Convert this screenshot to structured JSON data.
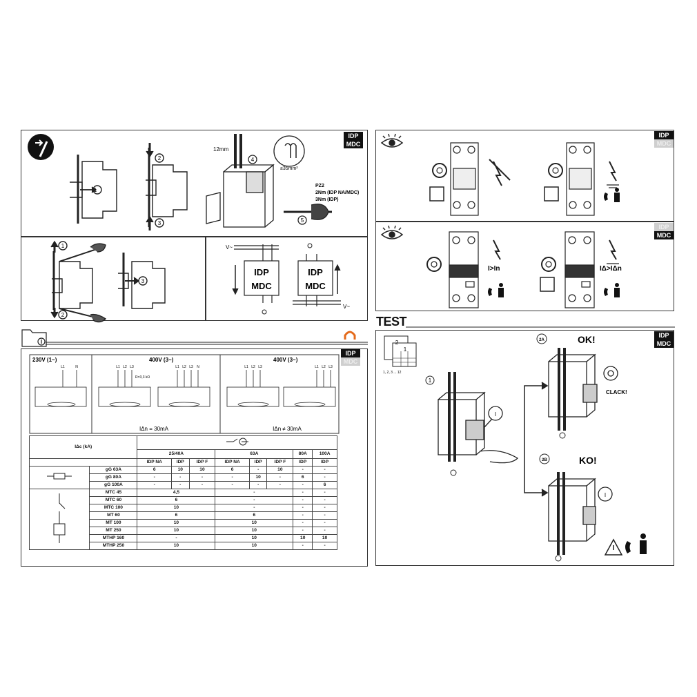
{
  "badges": {
    "idp": "IDP",
    "mdc": "MDC"
  },
  "install": {
    "strip_length": "12mm",
    "cable_section": "≤35mm²",
    "tool": "PZ2",
    "torque_1": "2Nm (IDP NA/MDC)",
    "torque_2": "3Nm (IDP)",
    "steps": [
      "1",
      "2",
      "3",
      "4",
      "5"
    ]
  },
  "supply": {
    "v_label": "V~",
    "device_1": "IDP",
    "device_2": "MDC"
  },
  "status": {
    "i_gt_in": "I>In",
    "idelta_gt": "IΔ>IΔn"
  },
  "diagrams": {
    "v230": "230V (1~)",
    "v400": "400V (3~)",
    "resistor": "R=3,3 kΩ",
    "idelta_eq": "IΔn = 30mA",
    "idelta_neq": "IΔn ≠ 30mA",
    "l1": "L1",
    "l2": "L2",
    "l3": "L3",
    "n": "N"
  },
  "table": {
    "header": "IΔc (kA)",
    "groups": [
      "25/40A",
      "63A",
      "80A",
      "100A"
    ],
    "subheads": [
      "IDP NA",
      "IDP",
      "IDP F",
      "IDP NA",
      "IDP",
      "IDP F",
      "IDP",
      "IDP"
    ],
    "fuse_rows": [
      {
        "name": "gG 63A",
        "cells": [
          "6",
          "10",
          "10",
          "6",
          "-",
          "10",
          "-",
          "-"
        ]
      },
      {
        "name": "gG 80A",
        "cells": [
          "-",
          "-",
          "-",
          "-",
          "10",
          "-",
          "6",
          "-"
        ]
      },
      {
        "name": "gG 100A",
        "cells": [
          "-",
          "-",
          "-",
          "-",
          "-",
          "-",
          "-",
          "6"
        ]
      }
    ],
    "mcb_rows": [
      {
        "name": "MTC 45",
        "g1": "4,5",
        "g2": "-",
        "g3": "-",
        "g4": "-"
      },
      {
        "name": "MTC 60",
        "g1": "6",
        "g2": "-",
        "g3": "-",
        "g4": "-"
      },
      {
        "name": "MTC 100",
        "g1": "10",
        "g2": "-",
        "g3": "-",
        "g4": "-"
      },
      {
        "name": "MT 60",
        "g1": "6",
        "g2": "6",
        "g3": "-",
        "g4": "-"
      },
      {
        "name": "MT 100",
        "g1": "10",
        "g2": "10",
        "g3": "-",
        "g4": "-"
      },
      {
        "name": "MT 250",
        "g1": "10",
        "g2": "10",
        "g3": "-",
        "g4": "-"
      },
      {
        "name": "MTHP 160",
        "g1": "-",
        "g2": "10",
        "g3": "10",
        "g4": "10"
      },
      {
        "name": "MTHP 250",
        "g1": "10",
        "g2": "10",
        "g3": "-",
        "g4": "-"
      }
    ]
  },
  "test": {
    "title": "TEST",
    "months": "1, 2, 3 ... 12",
    "calendar_front": "1",
    "calendar_back": "2",
    "ok_step": "2A",
    "ok_label": "OK!",
    "clack": "CLACK!",
    "ko_step": "2B",
    "ko_label": "KO!",
    "step1": "1",
    "button": "I"
  }
}
